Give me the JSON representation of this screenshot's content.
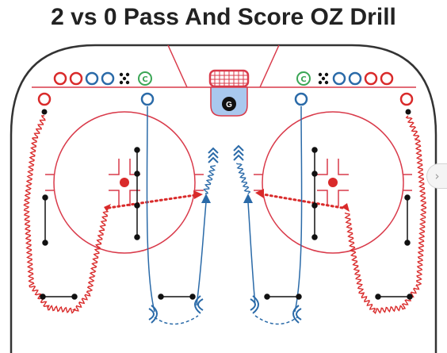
{
  "title": "2 vs 0 Pass And Score OZ Drill",
  "goalie_label": "G",
  "legend_left": {
    "icons": [
      "red-circle",
      "red-circle",
      "blue-circle",
      "blue-circle",
      "pucks",
      "coach"
    ]
  },
  "legend_right": {
    "icons": [
      "coach",
      "pucks",
      "blue-circle",
      "blue-circle",
      "red-circle",
      "red-circle"
    ]
  },
  "next_button_glyph": "›",
  "colors": {
    "rink_line": "#d93a4a",
    "red_player": "#d92a2a",
    "blue_player": "#2a6aa8",
    "coach": "#3aa655",
    "crease": "#a9c8ee",
    "black": "#111111"
  }
}
